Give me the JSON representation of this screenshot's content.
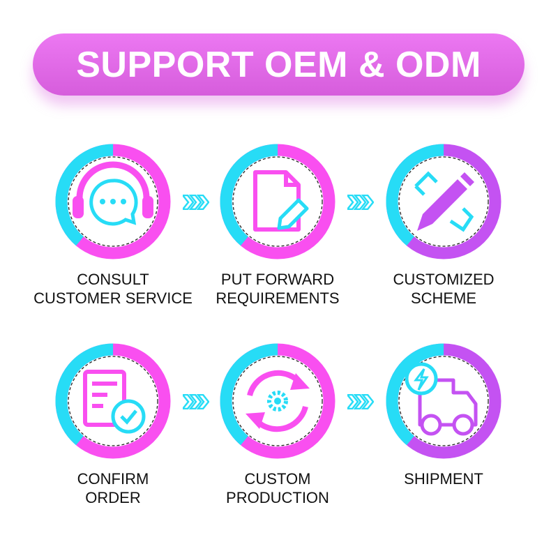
{
  "banner": {
    "title": "SUPPORT OEM & ODM"
  },
  "colors": {
    "cyan": "#27dcf6",
    "pink": "#f94ff0",
    "purple": "#c452f2",
    "banner": "#e36ce8"
  },
  "steps": [
    {
      "line1": "CONSULT",
      "line2": "CUSTOMER SERVICE",
      "icon": "headset-chat-icon"
    },
    {
      "line1": "PUT FORWARD",
      "line2": "REQUIREMENTS",
      "icon": "document-edit-icon"
    },
    {
      "line1": "CUSTOMIZED",
      "line2": "SCHEME",
      "icon": "pencil-ruler-icon"
    },
    {
      "line1": "CONFIRM",
      "line2": "ORDER",
      "icon": "order-check-icon"
    },
    {
      "line1": "CUSTOM",
      "line2": "PRODUCTION",
      "icon": "gear-cycle-icon"
    },
    {
      "line1": "SHIPMENT",
      "line2": "",
      "icon": "delivery-truck-icon"
    }
  ]
}
